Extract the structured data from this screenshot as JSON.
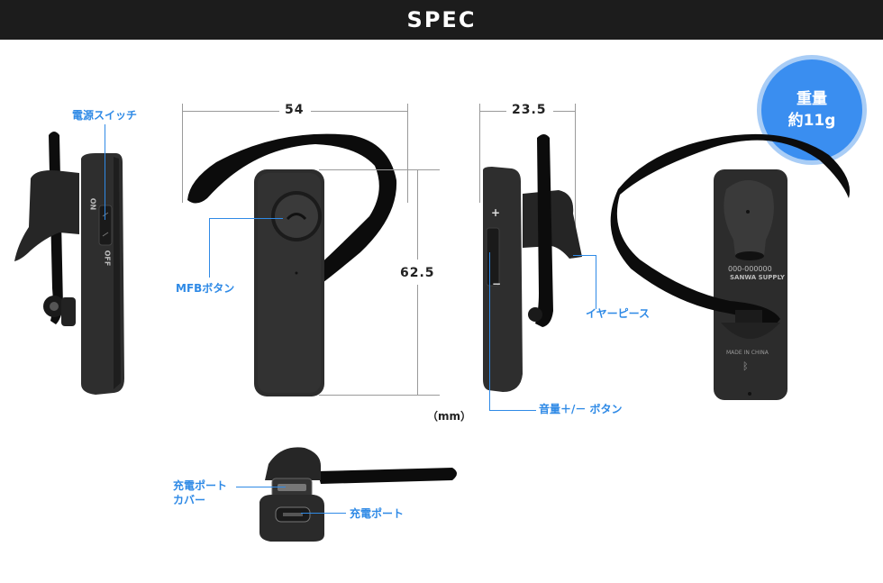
{
  "header": {
    "title": "SPEC"
  },
  "dimensions": {
    "width": "54",
    "height": "62.5",
    "depth": "23.5",
    "unit": "（mm）"
  },
  "badge": {
    "line1": "重量",
    "line2": "約11g"
  },
  "labels": {
    "power_switch": "電源スイッチ",
    "mfb_button": "MFBボタン",
    "ear_piece": "イヤーピース",
    "volume_buttons": "音量＋/－ ボタン",
    "charge_port_cover_line1": "充電ポート",
    "charge_port_cover_line2": "カバー",
    "charge_port": "充電ポート"
  },
  "device_markings": {
    "switch_on": "ON",
    "switch_off": "OFF",
    "vol_plus": "+",
    "vol_minus": "−",
    "cert_number": "000-000000",
    "brand": "SANWA SUPPLY",
    "origin": "MADE IN CHINA"
  },
  "colors": {
    "accent": "#2f8ae6",
    "header_bg": "#1c1c1c",
    "badge_bg": "#3a8ef0",
    "badge_ring": "#a9cdf6"
  }
}
